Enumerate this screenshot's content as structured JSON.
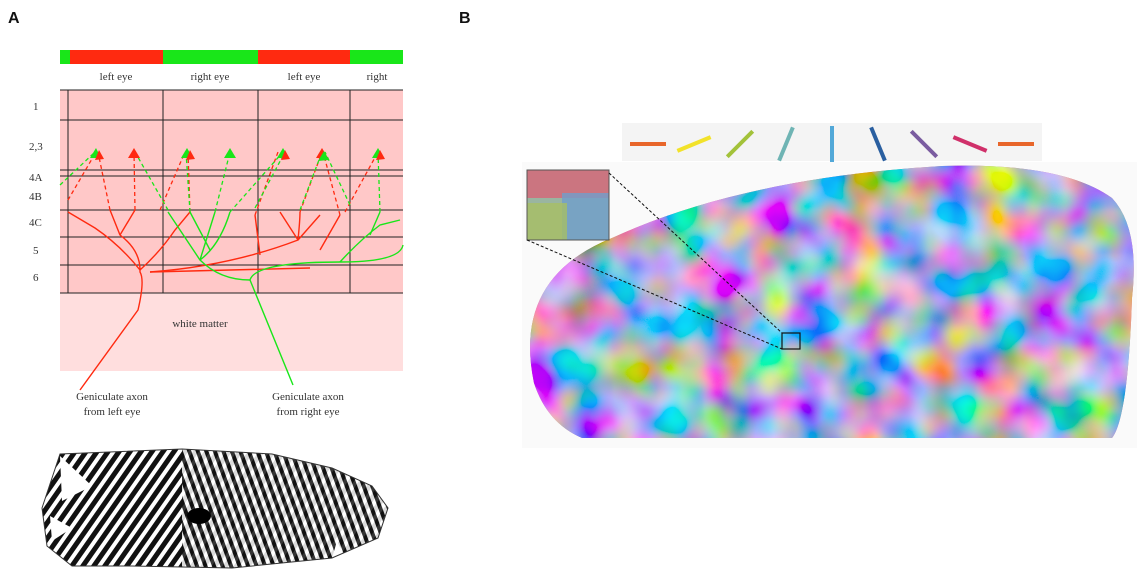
{
  "panels": {
    "a": {
      "letter": "A",
      "eye_bands": [
        "left eye",
        "right eye",
        "left eye",
        "right"
      ],
      "layers": [
        "1",
        "2,3",
        "4A",
        "4B",
        "4C",
        "5",
        "6"
      ],
      "white_matter_label": "white matter",
      "axon_left_line1": "Geniculate axon",
      "axon_left_line2": "from left eye",
      "axon_right_line1": "Geniculate axon",
      "axon_right_line2": "from right eye",
      "colors": {
        "left_eye": "#ff2a10",
        "right_eye": "#19e619",
        "cortex_bg": "#ffc8c8",
        "white_matter_bg": "#ffdede"
      }
    },
    "b": {
      "letter": "B",
      "orientation_key_colors": [
        "#e8662a",
        "#f2e22a",
        "#a3c23a",
        "#6fb4b4",
        "#52a8d8",
        "#2a5fa0",
        "#7a5ca0",
        "#d0306a",
        "#e8662a"
      ]
    }
  }
}
